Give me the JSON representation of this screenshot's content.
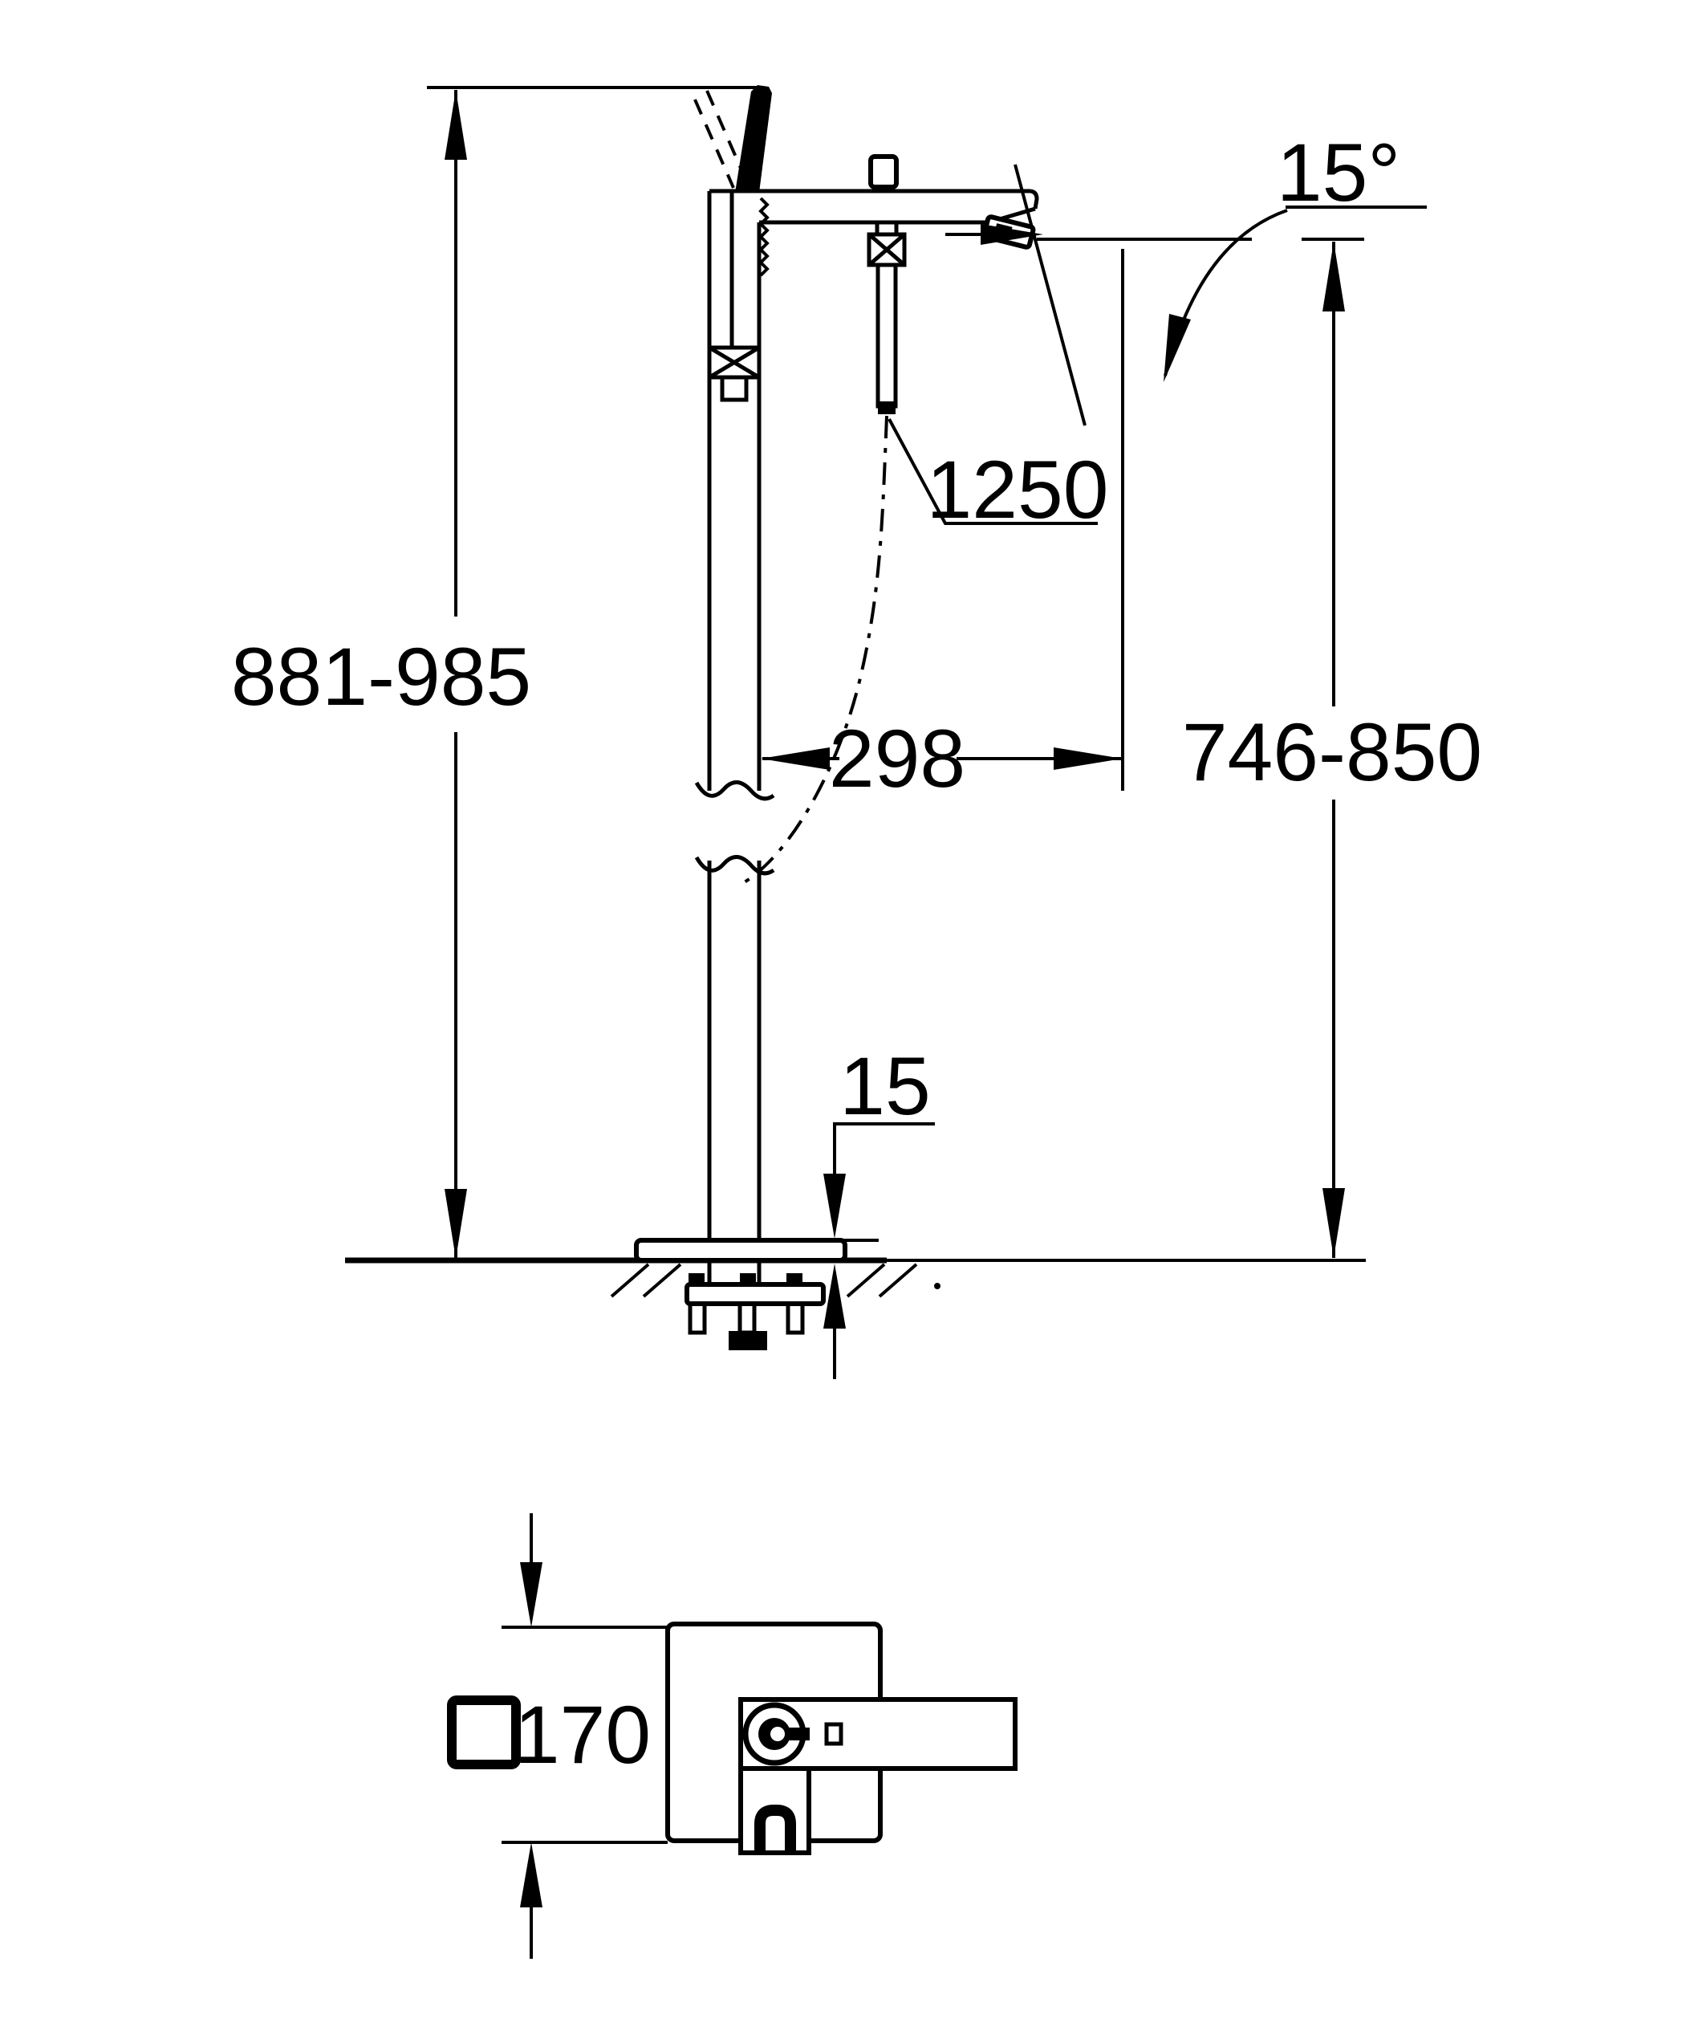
{
  "drawing": {
    "type": "technical-dimension-drawing",
    "subject": "freestanding-bath-mixer-with-hand-shower",
    "colors": {
      "line": "#000000",
      "background": "#ffffff"
    },
    "dimensions": {
      "overall_height_range": "881-985",
      "hose_length": "1250",
      "spout_reach": "298",
      "spout_outlet_height_range": "746-850",
      "spout_swivel_angle": "15°",
      "base_plate_height": "15",
      "escutcheon_square_size": "170"
    }
  }
}
